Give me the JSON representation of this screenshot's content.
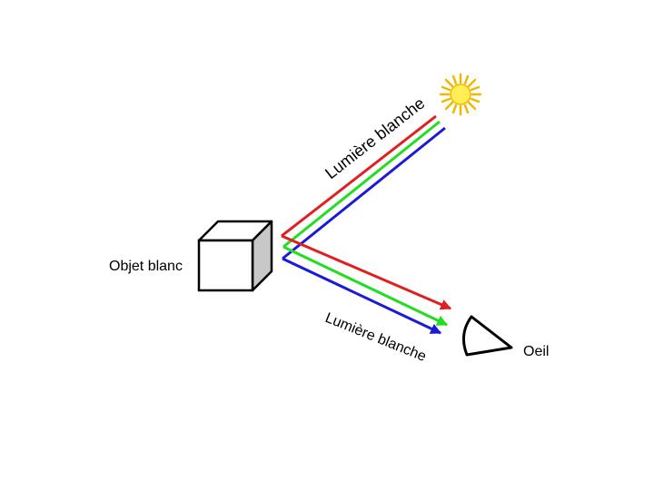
{
  "labels": {
    "incident": "Lumière blanche",
    "reflected": "Lumière blanche",
    "object": "Objet blanc",
    "eye": "Oeil"
  },
  "colors": {
    "red": "#e02020",
    "green": "#22dd22",
    "blue": "#1a1ad8",
    "sun_core": "#ffee55",
    "sun_rays": "#f0b800",
    "cube_face": "#ffffff",
    "cube_side": "#c8c8c8",
    "outline": "#000000"
  },
  "icons": [
    "sun-icon",
    "eye-icon",
    "cube-icon"
  ]
}
